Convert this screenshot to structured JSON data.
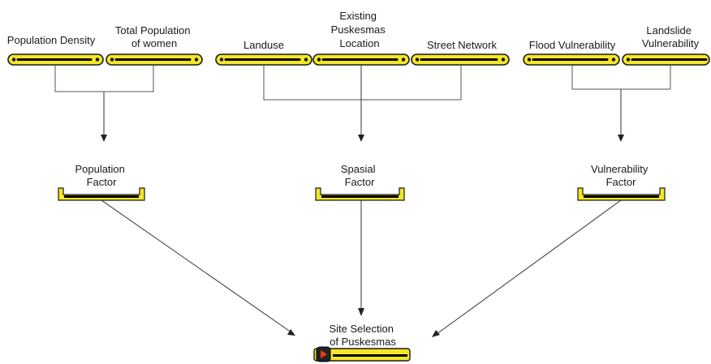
{
  "diagram": {
    "inputs": {
      "population_density": "Population Density",
      "total_population_women": [
        "Total Population",
        "of women"
      ],
      "landuse": "Landuse",
      "existing_puskesmas": [
        "Existing",
        "Puskesmas",
        "Location"
      ],
      "street_network": "Street Network",
      "flood_vulnerability": "Flood Vulnerability",
      "landslide_vulnerability": [
        "Landslide",
        "Vulnerability"
      ]
    },
    "factors": {
      "population": [
        "Population",
        "Factor"
      ],
      "spasial": [
        "Spasial",
        "Factor"
      ],
      "vulnerability": [
        "Vulnerability",
        "Factor"
      ]
    },
    "output": [
      "Site Selection",
      "of Puskesmas"
    ],
    "colors": {
      "fill": "#f5e628",
      "outline": "#1a1a1a",
      "bar": "#000000",
      "play_icon": "#e53d1f"
    }
  }
}
